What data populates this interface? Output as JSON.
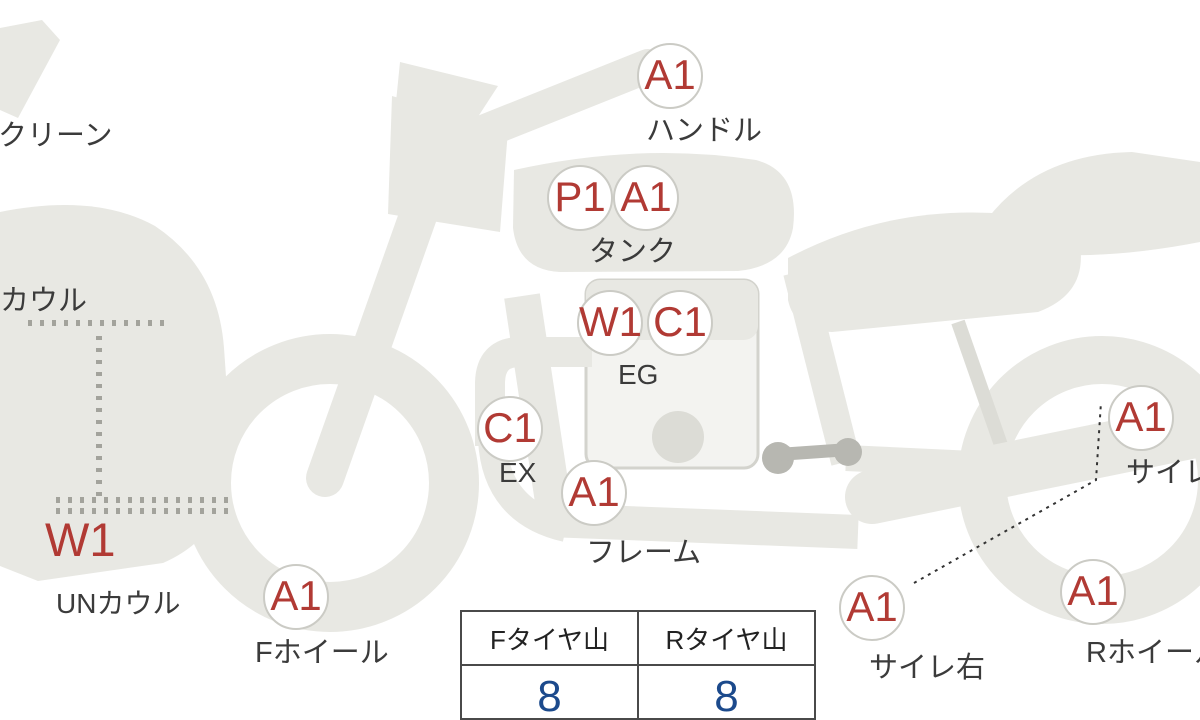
{
  "diagram": {
    "name": "motorcycle-condition-diagram",
    "marker_color": "#b13a34",
    "label_color": "#3b3b3b"
  },
  "markers": {
    "screen": {
      "label": "クリーン",
      "codes": []
    },
    "cowl": {
      "label": "カウル",
      "codes": []
    },
    "un_cowl": {
      "label": "UNカウル",
      "codes": [
        "W1"
      ]
    },
    "front_wheel": {
      "label": "Fホイール",
      "codes": [
        "A1"
      ]
    },
    "handlebar": {
      "label": "ハンドル",
      "codes": [
        "A1"
      ]
    },
    "tank": {
      "label": "タンク",
      "codes": [
        "P1",
        "A1"
      ]
    },
    "engine": {
      "label": "EG",
      "codes": [
        "W1",
        "C1"
      ]
    },
    "exhaust": {
      "label": "EX",
      "codes": [
        "C1"
      ]
    },
    "frame": {
      "label": "フレーム",
      "codes": [
        "A1"
      ]
    },
    "silencer_left": {
      "label": "サイレ左",
      "codes": [
        "A1"
      ]
    },
    "silencer_right": {
      "label": "サイレ右",
      "codes": [
        "A1"
      ]
    },
    "rear_wheel": {
      "label": "Rホイール",
      "codes": [
        "A1"
      ]
    }
  },
  "tire_table": {
    "headers": [
      "Fタイヤ山",
      "Rタイヤ山"
    ],
    "values": [
      "8",
      "8"
    ],
    "value_color": "#1c4a8c"
  }
}
